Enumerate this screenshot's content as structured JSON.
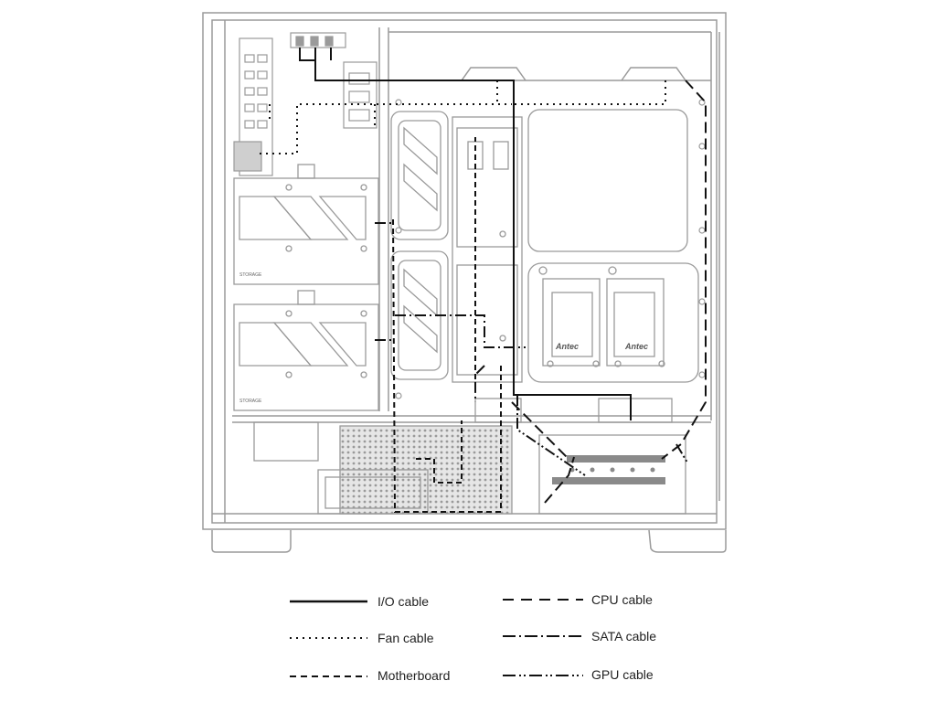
{
  "diagram": {
    "brand_labels": [
      "Antec",
      "Antec"
    ],
    "storage_labels": [
      "STORAGE",
      "STORAGE"
    ]
  },
  "legend": {
    "items": [
      {
        "key": "io",
        "label": "I/O cable",
        "style": "solid"
      },
      {
        "key": "cpu",
        "label": "CPU cable",
        "style": "dashed-long"
      },
      {
        "key": "fan",
        "label": "Fan cable",
        "style": "dotted"
      },
      {
        "key": "sata",
        "label": "SATA cable",
        "style": "dash-dot"
      },
      {
        "key": "mb",
        "label": "Motherboard",
        "style": "dashed-short"
      },
      {
        "key": "gpu",
        "label": "GPU cable",
        "style": "dash-dot-dot"
      }
    ]
  },
  "colors": {
    "outline": "#9a9a9a",
    "cable": "#111111",
    "fill_grey": "#8a8a8a",
    "mesh": "#d8d8d8"
  }
}
